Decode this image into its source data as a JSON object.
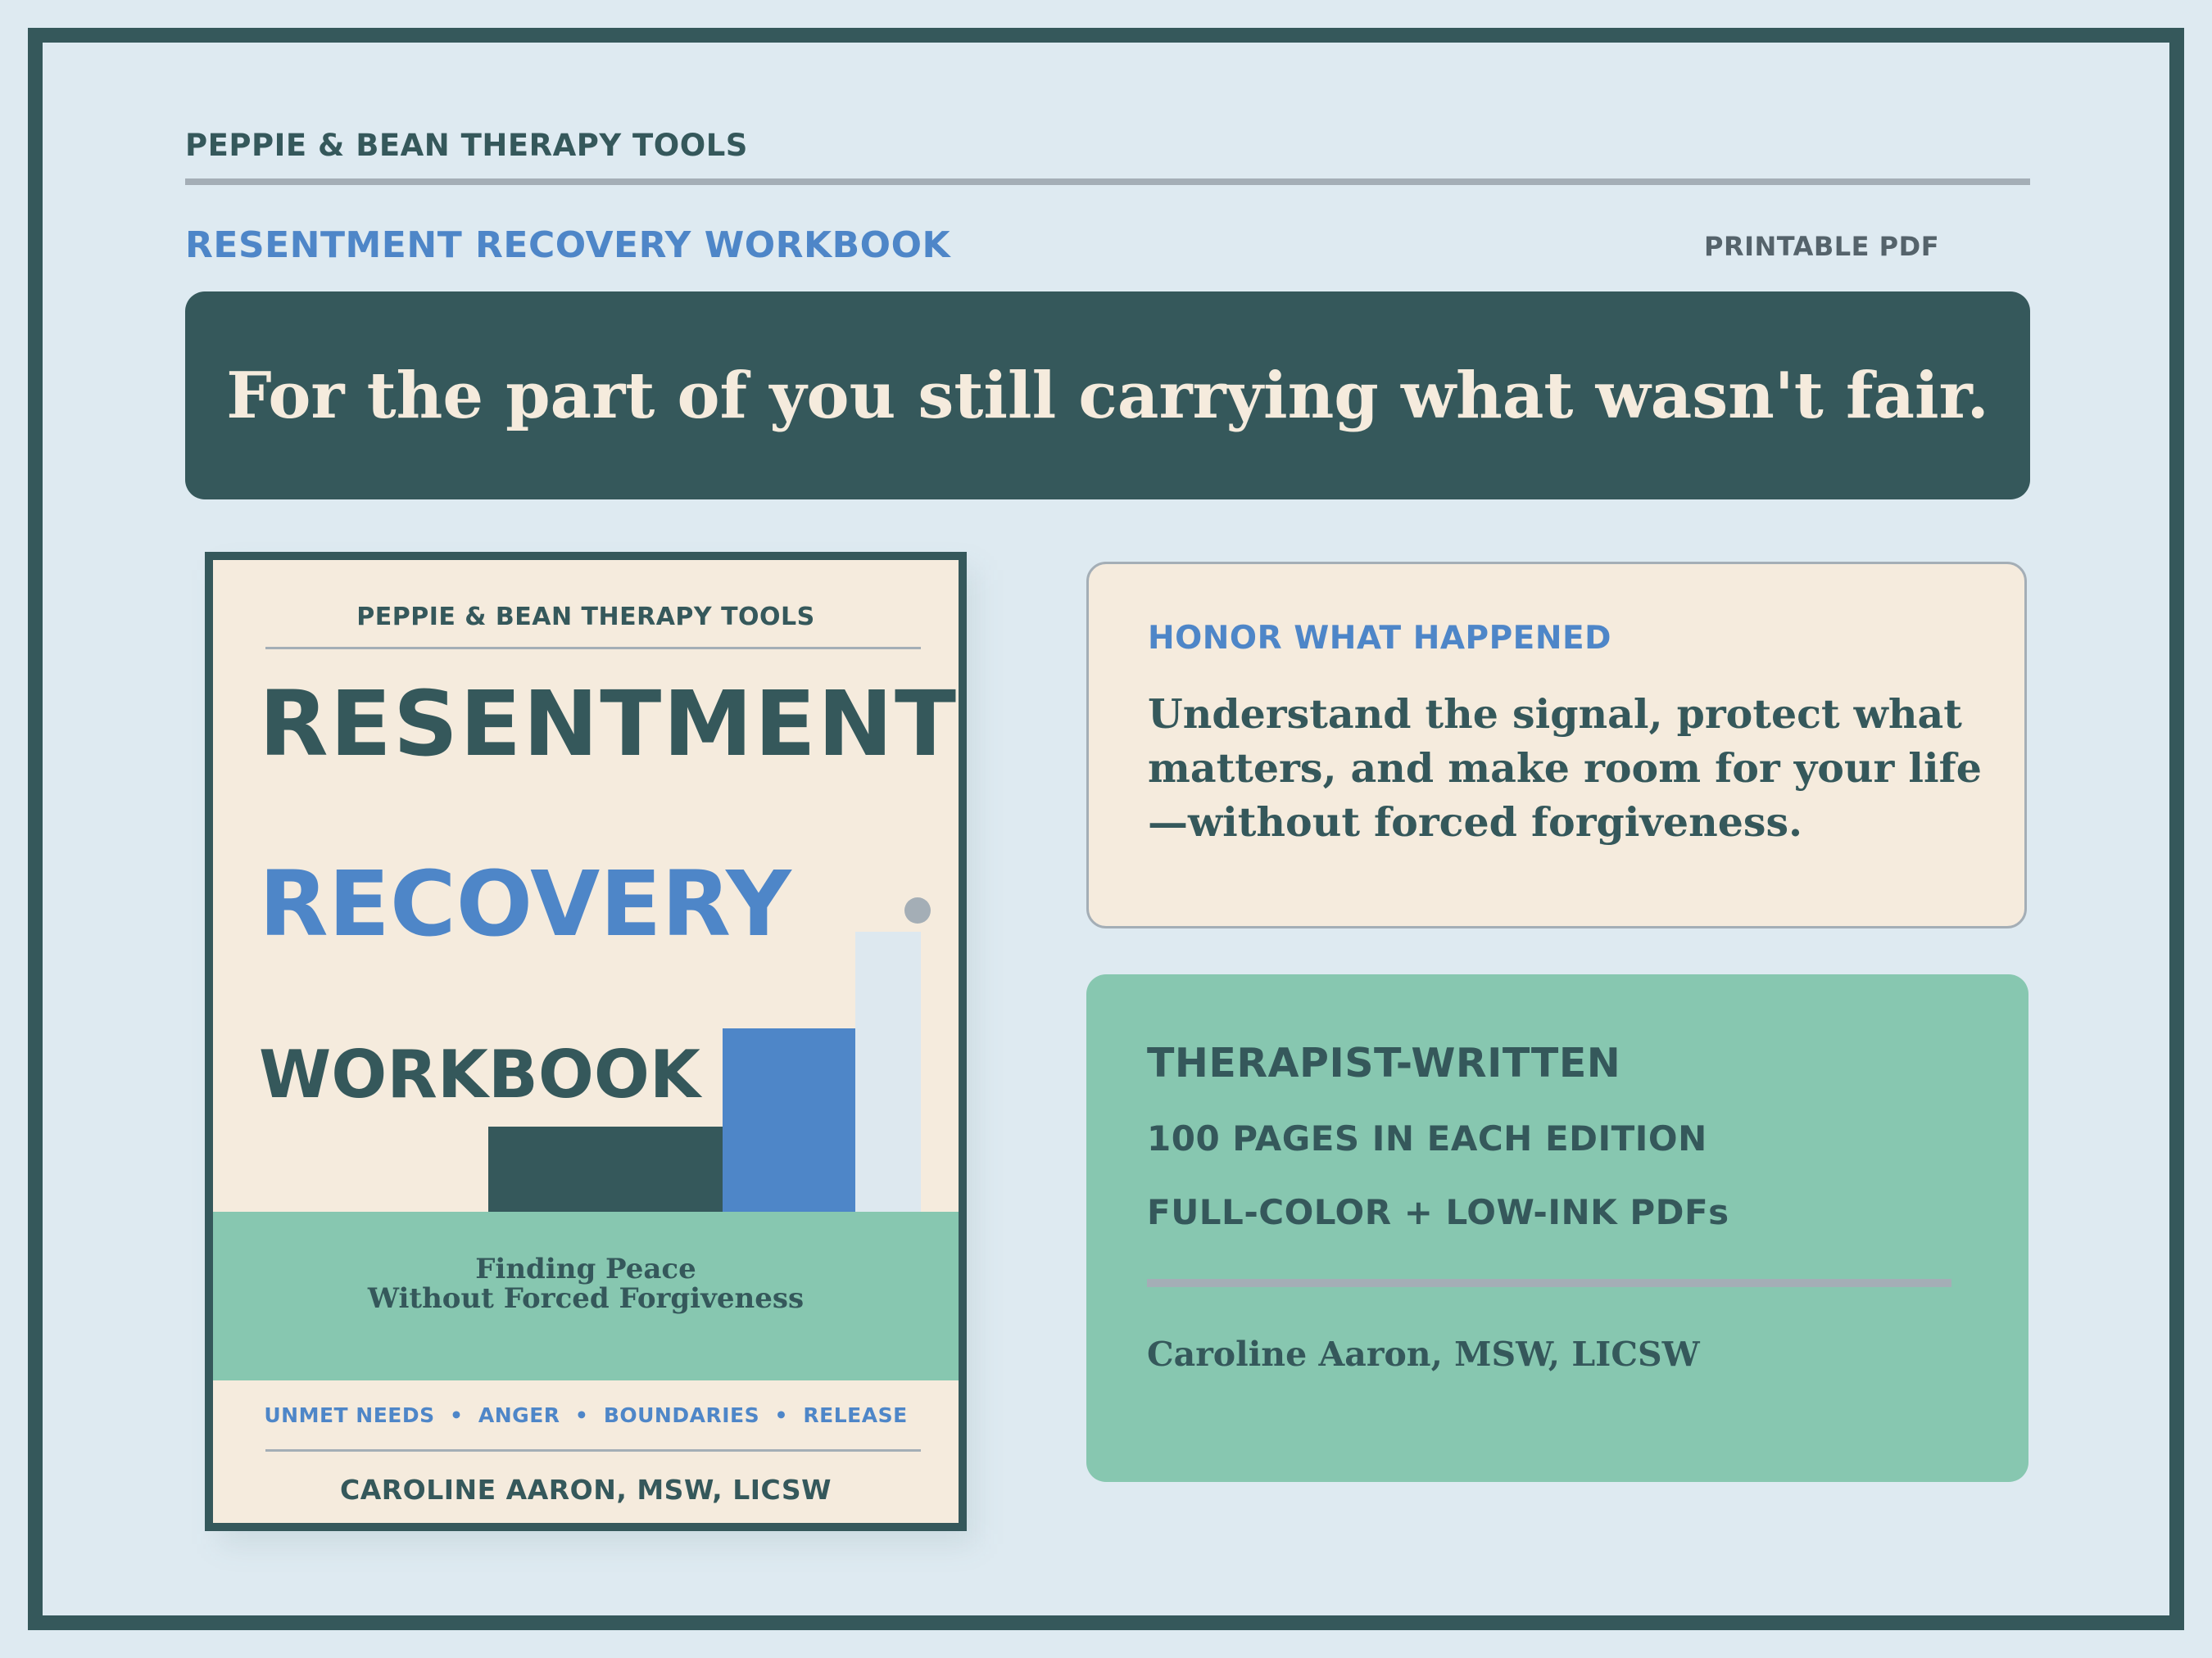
{
  "header": {
    "brand": "PEPPIE & BEAN THERAPY TOOLS",
    "subtitle": "RESENTMENT RECOVERY WORKBOOK",
    "format": "PRINTABLE PDF"
  },
  "banner": {
    "text": "For the part of you still carrying what wasn't fair."
  },
  "book": {
    "brand": "PEPPIE & BEAN THERAPY TOOLS",
    "title_line1": "RESENTMENT",
    "title_line2": "RECOVERY",
    "title_line3": "WORKBOOK",
    "tagline_line1": "Finding Peace",
    "tagline_line2": "Without Forced Forgiveness",
    "topics": "UNMET NEEDS  •  ANGER  •  BOUNDARIES  •  RELEASE",
    "author": "CAROLINE AARON, MSW, LICSW"
  },
  "honor_card": {
    "heading": "HONOR WHAT HAPPENED",
    "body": "Understand the signal, protect what matters, and make room for your life—without forced forgiveness."
  },
  "features_card": {
    "feature1": "THERAPIST-WRITTEN",
    "feature2": "100 PAGES IN EACH EDITION",
    "feature3": "FULL-COLOR + LOW-INK PDFs",
    "author": "Caroline Aaron, MSW, LICSW"
  },
  "colors": {
    "background": "#deeaf1",
    "dark_teal": "#35585b",
    "blue": "#4e86c8",
    "cream": "#f5ebdd",
    "mint": "#87c7b0",
    "gray": "#a4aeb6"
  }
}
